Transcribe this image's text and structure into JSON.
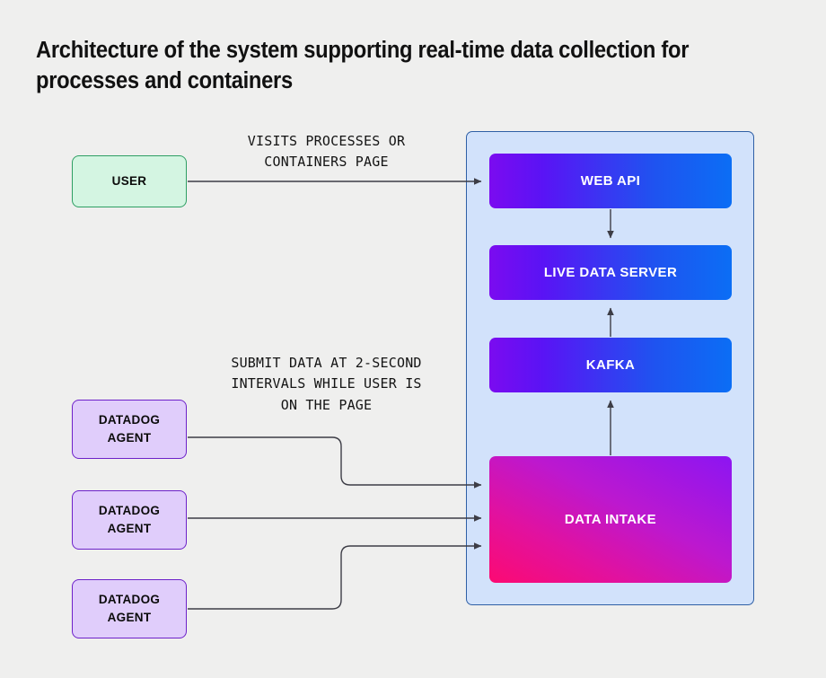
{
  "title": "Architecture of the system supporting real-time data collection for\nprocesses and containers",
  "background_color": "#efefee",
  "container_panel": {
    "name": "service-container-panel",
    "fill": "#d2e2fb",
    "border_color": "#2f5fa5"
  },
  "services": [
    {
      "id": "web-api",
      "label": "WEB API",
      "gradient_from": "#7b0bf0",
      "gradient_to": "#0b6ef5"
    },
    {
      "id": "live-data-server",
      "label": "LIVE DATA SERVER",
      "gradient_from": "#7b0bf0",
      "gradient_to": "#0b6ef5"
    },
    {
      "id": "kafka",
      "label": "KAFKA",
      "gradient_from": "#7b0bf0",
      "gradient_to": "#0b6ef5"
    },
    {
      "id": "data-intake",
      "label": "DATA INTAKE",
      "gradient_from": "#fc0a72",
      "gradient_to": "#8c15f2"
    }
  ],
  "nodes": {
    "user": {
      "label": "USER",
      "fill": "#d4f5e2",
      "border_color": "#2e9e63"
    },
    "agents": [
      {
        "label": "DATADOG\nAGENT",
        "fill": "#e0cdfb",
        "border_color": "#6d21c9"
      },
      {
        "label": "DATADOG\nAGENT",
        "fill": "#e0cdfb",
        "border_color": "#6d21c9"
      },
      {
        "label": "DATADOG\nAGENT",
        "fill": "#e0cdfb",
        "border_color": "#6d21c9"
      }
    ]
  },
  "edge_labels": {
    "user_to_web_api": "VISITS PROCESSES OR\nCONTAINERS PAGE",
    "agents_to_data_intake": "SUBMIT DATA AT 2-SECOND\nINTERVALS WHILE USER IS\nON THE PAGE"
  },
  "connectors": {
    "stroke_color": "#3d3d46",
    "arrowheads": 7
  }
}
